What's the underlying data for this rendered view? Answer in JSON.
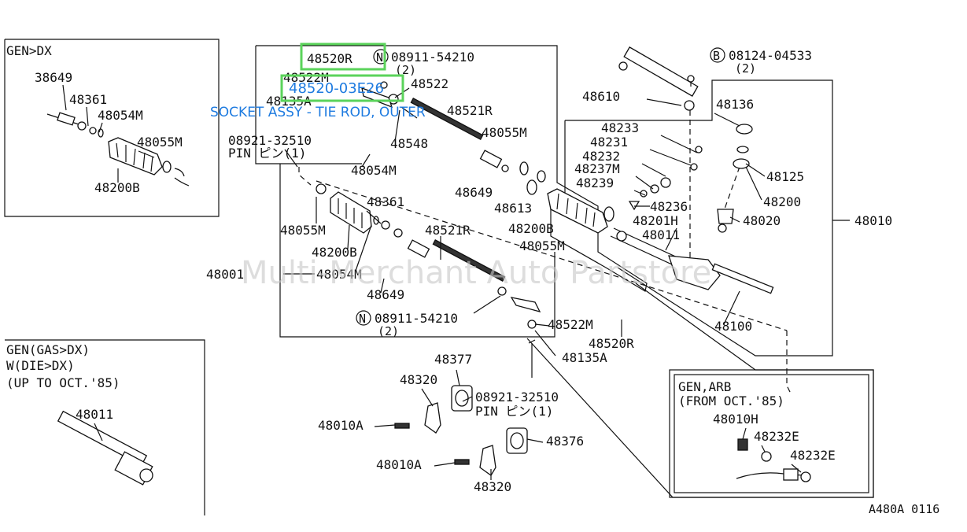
{
  "boxes": {
    "gen_dx": "GEN>DX",
    "gen_gas_dx": "GEN(GAS>DX)",
    "w_die_dx": "W(DIE>DX)",
    "up_to_oct85": "(UP TO OCT.'85)",
    "gen_arb": "GEN,ARB",
    "from_oct85": "(FROM OCT.'85)"
  },
  "highlight": {
    "part1": "48520R",
    "part2": "48520-03E26",
    "tooltip": "SOCKET ASSY - TIE ROD, OUTER"
  },
  "watermark": "Multi-Merchant Auto Partstore",
  "footer_code": "A480A 0116",
  "labels": {
    "p38649": "38649",
    "p48361a": "48361",
    "p48054m_a": "48054M",
    "p48055m_a": "48055M",
    "p48200b_a": "48200B",
    "n_08911_top": "08911-54210",
    "n_08911_top_qty": "(2)",
    "p48522m_top": "48522M",
    "p48522": "48522",
    "p48135a_top": "48135A",
    "p48521r_top": "48521R",
    "p08921_top": "08921-32510",
    "pin_top": "PIN ピン(1)",
    "p48548": "48548",
    "p48055m_b": "48055M",
    "p48054m_b": "48054M",
    "p48649_top": "48649",
    "p48613": "48613",
    "p48200b_b": "48200B",
    "p48055m_c": "48055M",
    "p48055m_d": "48055M",
    "p48361b": "48361",
    "p48521r_mid": "48521R",
    "p48200b_c": "48200B",
    "p48054m_c": "48054M",
    "p48001": "48001",
    "p48649_mid": "48649",
    "n_08911_bot": "08911-54210",
    "n_08911_bot_qty": "(2)",
    "p48522m_bot": "48522M",
    "p48520r_bot": "48520R",
    "p48135a_bot": "48135A",
    "b_08124": "08124-04533",
    "b_08124_qty": "(2)",
    "p48610": "48610",
    "p48136": "48136",
    "p48233": "48233",
    "p48231": "48231",
    "p48232": "48232",
    "p48237m": "48237M",
    "p48239": "48239",
    "p48125": "48125",
    "p48200": "48200",
    "p48236": "48236",
    "p48201h": "48201H",
    "p48020": "48020",
    "p48011_mid": "48011",
    "p48010": "48010",
    "p48100": "48100",
    "p48377": "48377",
    "p48320_a": "48320",
    "p08921_bot": "08921-32510",
    "pin_bot": "PIN ピン(1)",
    "p48010a_a": "48010A",
    "p48376": "48376",
    "p48010a_b": "48010A",
    "p48320_b": "48320",
    "p48011_left": "48011",
    "p48010h": "48010H",
    "p48232e_a": "48232E",
    "p48232e_b": "48232E"
  },
  "markers": {
    "n": "N",
    "b": "B"
  },
  "colors": {
    "highlight_border": "#5bd35b",
    "highlight_text": "#1e7be0",
    "watermark": "#c8c8c8"
  }
}
